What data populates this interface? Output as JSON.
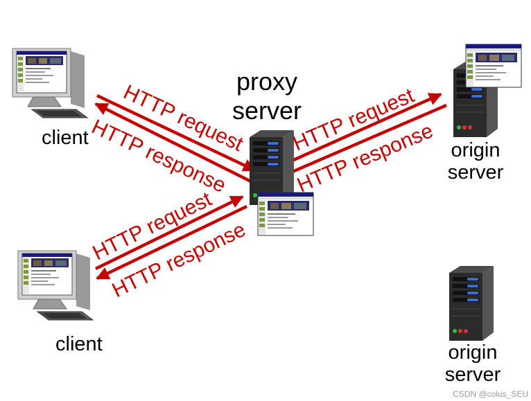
{
  "nodes": {
    "proxy": "proxy\nserver",
    "client_top": "client",
    "client_bottom": "client",
    "origin_top": "origin\nserver",
    "origin_bottom": "origin\nserver"
  },
  "arrows": {
    "top_left_request": "HTTP request",
    "top_left_response": "HTTP response",
    "top_right_request": "HTTP request",
    "top_right_response": "HTTP response",
    "bottom_left_request": "HTTP request",
    "bottom_left_response": "HTTP response"
  },
  "watermark": "CSDN @colus_SEU",
  "colors": {
    "arrow": "#c40000",
    "server_body": "#2a2a2a",
    "server_led_blue": "#3b6fd6",
    "browser_header": "#1a1a7a"
  },
  "icons": [
    "desktop-computer-icon",
    "server-tower-icon",
    "web-page-icon"
  ]
}
